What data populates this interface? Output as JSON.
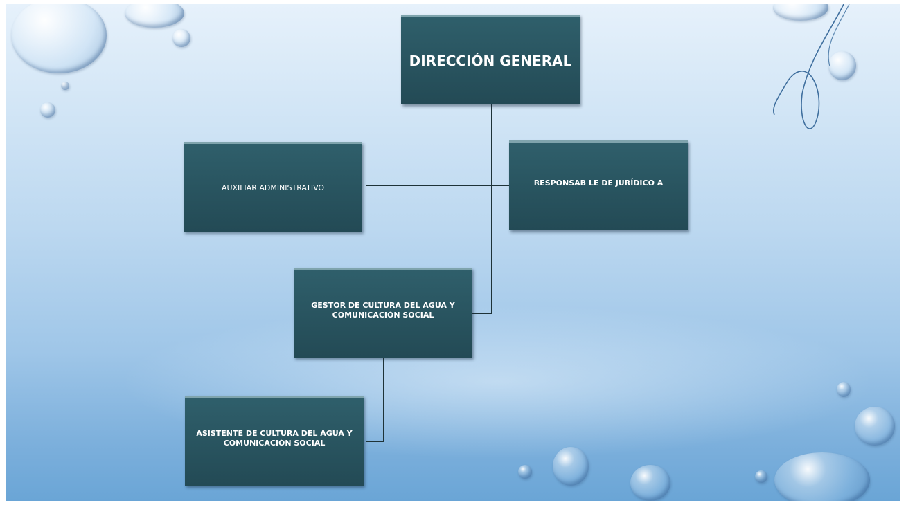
{
  "diagram": {
    "type": "org-chart",
    "nodes": [
      {
        "id": "direccion",
        "label": "DIRECCIÓN GENERAL"
      },
      {
        "id": "auxiliar",
        "label": "AUXILIAR ADMINISTRATIVO"
      },
      {
        "id": "responsable",
        "label": "RESPONSAB LE DE JURÍDICO A"
      },
      {
        "id": "gestor",
        "label": "GESTOR DE CULTURA DEL AGUA Y COMUNICACIÓN SOCIAL"
      },
      {
        "id": "asistente",
        "label": "ASISTENTE DE CULTURA DEL AGUA Y COMUNICACIÓN SOCIAL"
      }
    ],
    "edges": [
      {
        "from": "direccion",
        "to": "auxiliar"
      },
      {
        "from": "direccion",
        "to": "responsable"
      },
      {
        "from": "direccion",
        "to": "gestor"
      },
      {
        "from": "gestor",
        "to": "asistente"
      }
    ],
    "colors": {
      "box": "#2a5560",
      "box_text": "#ffffff",
      "line": "#1e3338",
      "background": "#bcd8f0"
    }
  }
}
